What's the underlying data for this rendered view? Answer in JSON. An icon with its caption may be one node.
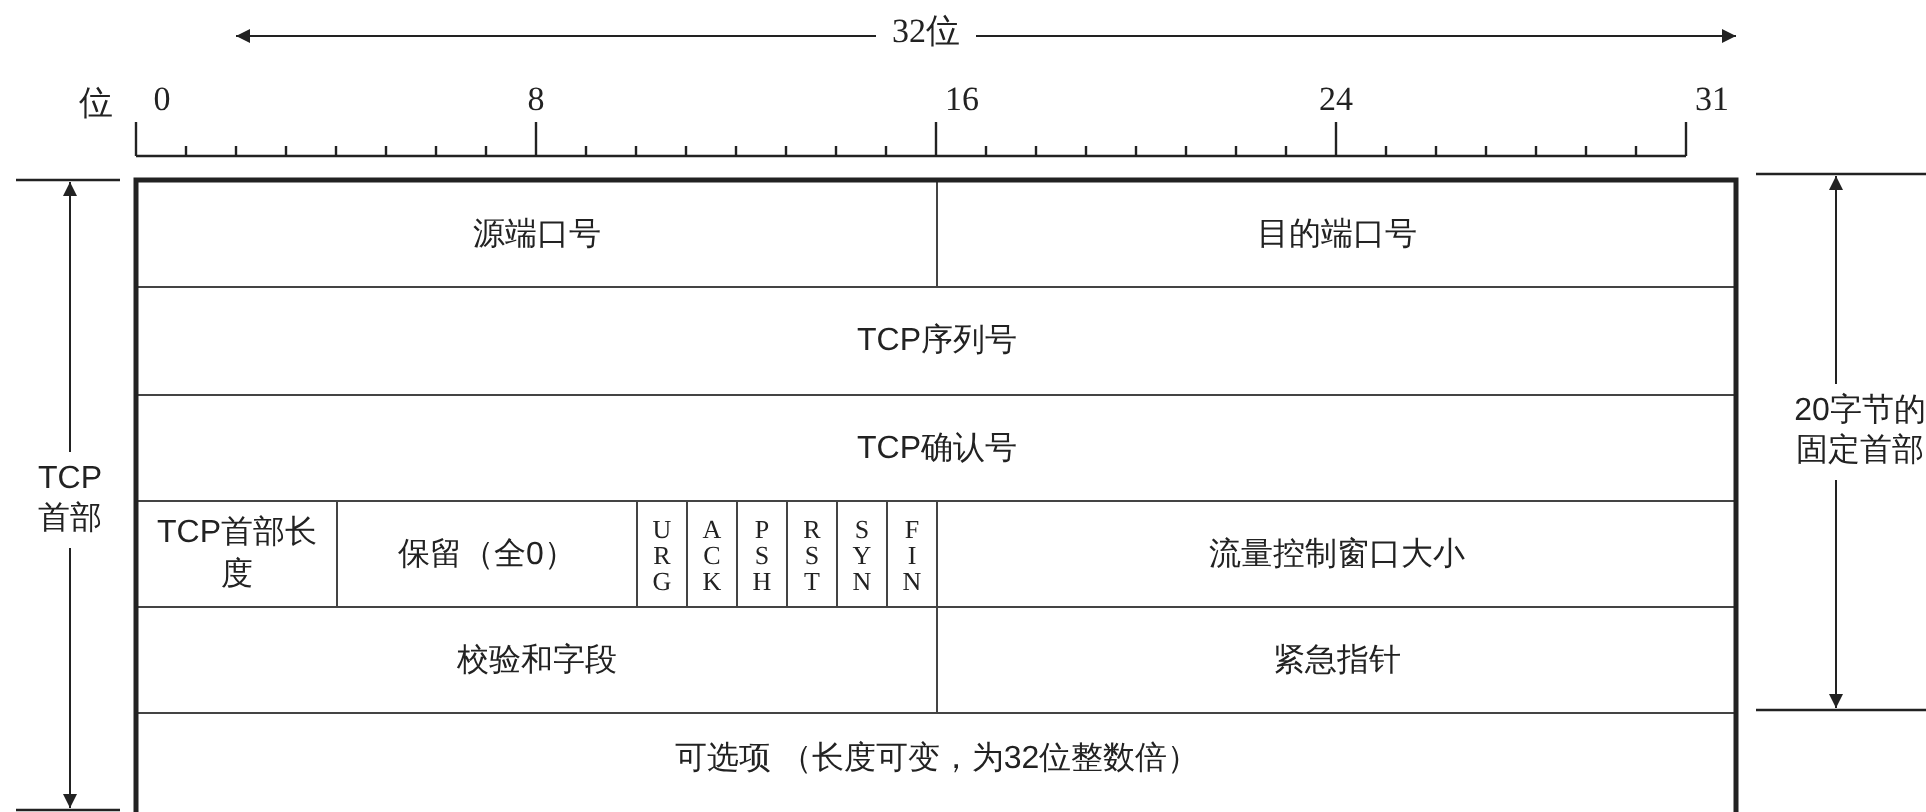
{
  "diagram": {
    "nodes": [
      {
        "text": [
          "源端口号"
        ]
      },
      {
        "text": [
          "目的端口号"
        ]
      },
      {
        "text": [
          "TCP序列号"
        ]
      },
      {
        "text": [
          "TCP确认号"
        ]
      },
      {
        "text": [
          "TCP首部长度"
        ]
      },
      {
        "text": [
          "保留（全0）"
        ]
      },
      {
        "text": [
          "URG"
        ]
      },
      {
        "text": [
          "ACK"
        ]
      },
      {
        "text": [
          "PSH"
        ]
      },
      {
        "text": [
          "RST"
        ]
      },
      {
        "text": [
          "SYN"
        ]
      },
      {
        "text": [
          "FIN"
        ]
      },
      {
        "text": [
          "流量控制窗口大小"
        ]
      },
      {
        "text": [
          "校验和字段"
        ]
      },
      {
        "text": [
          "紧急指针"
        ]
      },
      {
        "text": [
          "可选项 （长度可变，为32位整数倍）"
        ]
      }
    ],
    "labels": [
      "32位",
      "位",
      "0",
      "8",
      "16",
      "24",
      "31",
      "TCP首部",
      "20字节的固定首部"
    ]
  }
}
